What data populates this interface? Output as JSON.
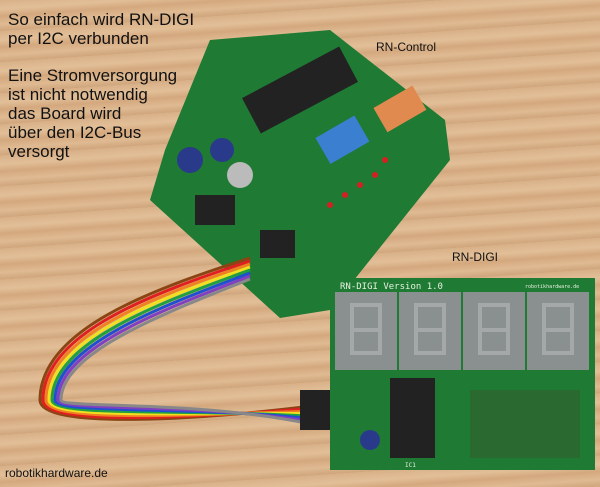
{
  "caption": {
    "line1": "So einfach wird RN-DIGI\nper I2C verbunden",
    "line2": "Eine Stromversorgung\nist nicht notwendig\ndas Board wird\nüber den I2C-Bus\nversorgt"
  },
  "labels": {
    "rn_control": "RN-Control",
    "rn_digi": "RN-DIGI",
    "website": "robotikhardware.de"
  },
  "silkscreen": {
    "digi_title": "RN-DIGI Version 1.0",
    "digi_site": "robotikhardware.de",
    "ic_label": "IC1"
  },
  "colors": {
    "pcb": "#1f7a34",
    "wood": "#d8b088",
    "display": "#8a9090"
  }
}
